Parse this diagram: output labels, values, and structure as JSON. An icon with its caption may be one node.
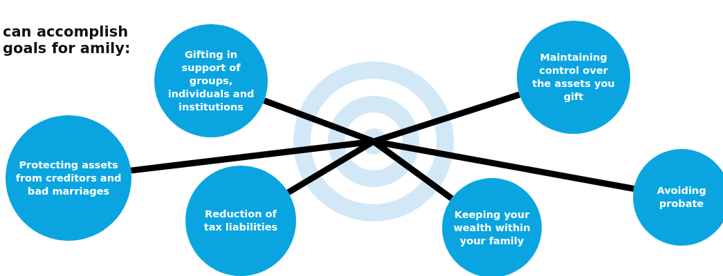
{
  "diagram": {
    "title": "can accomplish goals for amily:",
    "nodes": [
      {
        "text": [],
        "shape": "picture"
      },
      {
        "text": [
          "Gifting in support of groups, individuals and institutions"
        ]
      },
      {
        "text": [
          "Maintaining control over the assets you gift"
        ]
      },
      {
        "text": [
          "Protecting assets from creditors and bad marriages"
        ]
      },
      {
        "text": [
          "Reduction of tax liabilities"
        ]
      },
      {
        "text": [
          "Keeping your wealth within your family"
        ]
      },
      {
        "text": [
          "Avoiding probate"
        ]
      }
    ],
    "edges": [
      {
        "from": 0,
        "to": 1,
        "arrow": "none"
      },
      {
        "from": 0,
        "to": 2,
        "arrow": "none"
      },
      {
        "from": 0,
        "to": 3,
        "arrow": "none"
      },
      {
        "from": 0,
        "to": 4,
        "arrow": "none"
      },
      {
        "from": 0,
        "to": 5,
        "arrow": "none"
      },
      {
        "from": 0,
        "to": 6,
        "arrow": "none"
      }
    ]
  }
}
